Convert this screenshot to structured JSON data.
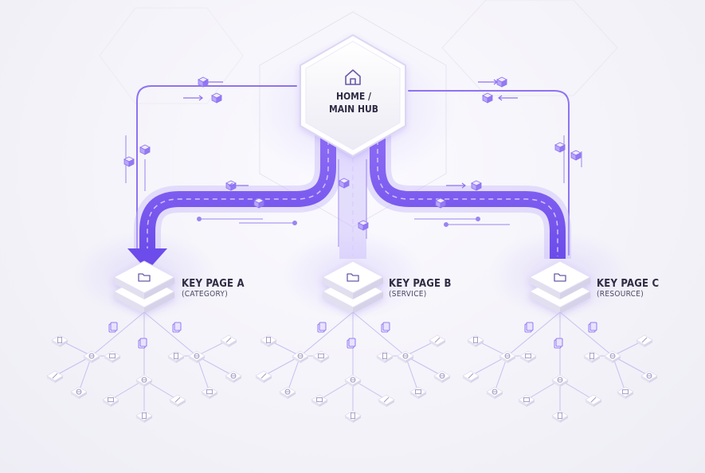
{
  "hub": {
    "title_line1": "HOME /",
    "title_line2": "MAIN HUB",
    "icon": "home-icon"
  },
  "key_pages": [
    {
      "title": "KEY PAGE A",
      "subtitle": "(CATEGORY)",
      "icon": "folder-icon"
    },
    {
      "title": "KEY PAGE B",
      "subtitle": "(SERVICE)",
      "icon": "folder-icon"
    },
    {
      "title": "KEY PAGE C",
      "subtitle": "(RESOURCE)",
      "icon": "folder-icon"
    }
  ],
  "leaf_icons": [
    "document-icon",
    "edit-icon",
    "globe-icon",
    "folder-icon"
  ],
  "colors": {
    "accent": "#7b5cf0",
    "accent_light": "#a48bf7",
    "accent_glow": "#c9bcfb",
    "node_fill": "#ffffff",
    "node_stroke": "#ddd6f3",
    "text": "#2f2c44",
    "background": "#f4f3f9"
  }
}
